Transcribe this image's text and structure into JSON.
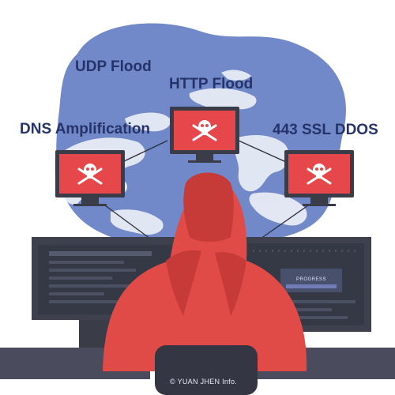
{
  "attack_labels": {
    "udp_flood": "UDP Flood",
    "http_flood": "HTTP Flood",
    "dns_amplification": "DNS Amplification",
    "ssl_ddos": "443 SSL DDOS"
  },
  "screen_progress_text": "PROGRESS",
  "credit": "© YUAN JHEN Info.",
  "colors": {
    "background": "#ffffff",
    "blob": "#7189c9",
    "continents": "#e8ecf6",
    "label_text": "#26336a",
    "alert_monitor": "#e6474a",
    "monitor_frame": "#3a3d47",
    "workstation_monitor": "#3e414d",
    "hoodie": "#e14b47",
    "chair": "#343644",
    "desk": "#4a4c5e"
  },
  "icons": {
    "alert_monitor_icon": "skull-crossbones-icon",
    "figure": "hacker-figure"
  }
}
